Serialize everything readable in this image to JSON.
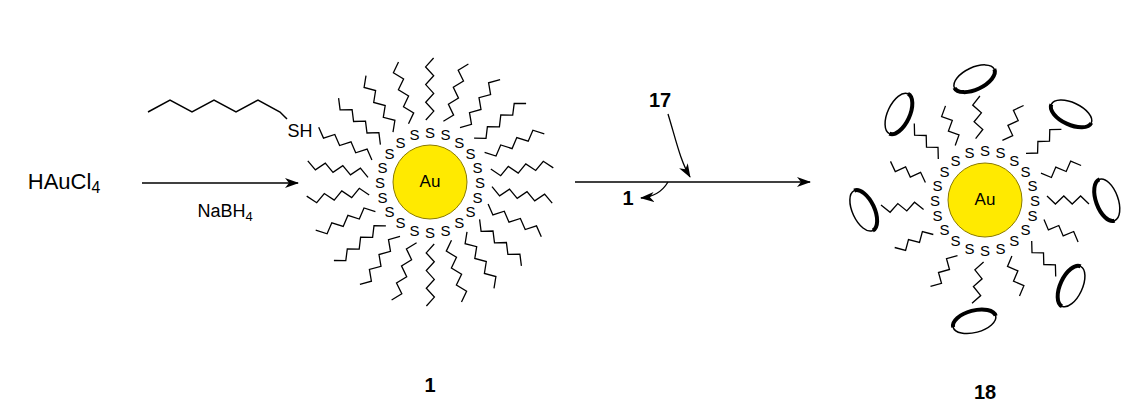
{
  "diagram": {
    "nodes": [
      {
        "text": [
          "Au"
        ]
      },
      {
        "text": [
          "Au"
        ]
      }
    ],
    "edges": [
      {
        "from": 0,
        "to": 1,
        "arrow": "to"
      }
    ],
    "labels": [
      "HAuCl4",
      "SH",
      "NaBH4",
      "S",
      "S",
      "S",
      "S",
      "S",
      "S",
      "S",
      "S",
      "S",
      "S",
      "S",
      "S",
      "S",
      "S",
      "S",
      "S",
      "S",
      "S",
      "S",
      "S",
      "1",
      "17",
      "1",
      "S",
      "S",
      "S",
      "S",
      "S",
      "S",
      "S",
      "S",
      "S",
      "S",
      "S",
      "S",
      "S",
      "S",
      "S",
      "S",
      "S",
      "S",
      "S",
      "S",
      "18"
    ]
  }
}
